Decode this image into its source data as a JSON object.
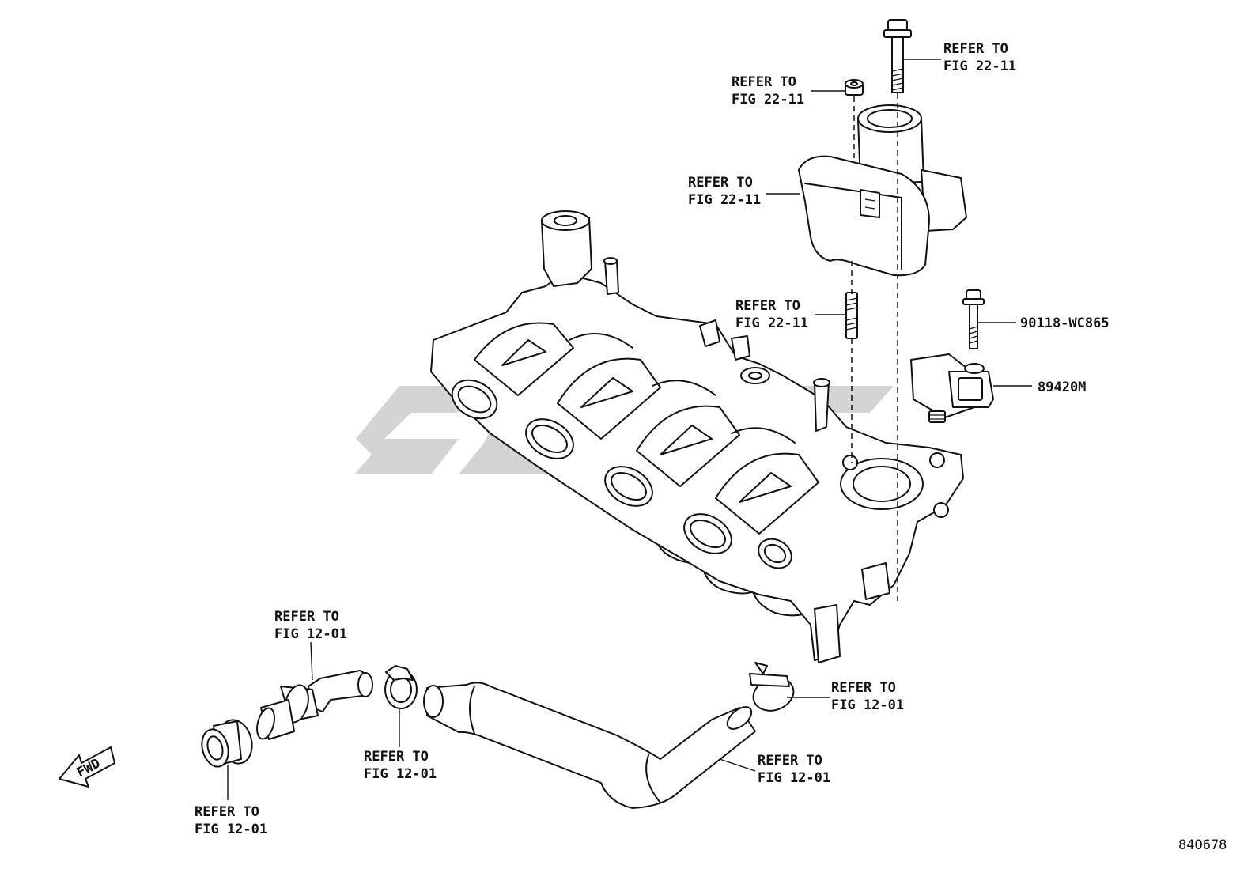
{
  "callouts": {
    "bolt_top": [
      "REFER TO",
      "FIG 22-11"
    ],
    "nut_top": [
      "REFER TO",
      "FIG 22-11"
    ],
    "throttle_body": [
      "REFER TO",
      "FIG 22-11"
    ],
    "stud": [
      "REFER TO",
      "FIG 22-11"
    ],
    "sensor_bolt": "90118-WC865",
    "map_sensor": "89420M",
    "pcv_valve": [
      "REFER TO",
      "FIG 12-01"
    ],
    "grommet": [
      "REFER TO",
      "FIG 12-01"
    ],
    "clamp_left": [
      "REFER TO",
      "FIG 12-01"
    ],
    "hose": [
      "REFER TO",
      "FIG 12-01"
    ],
    "clamp_right": [
      "REFER TO",
      "FIG 12-01"
    ]
  },
  "fwd_label": "FWD",
  "diagram_id": "84O678",
  "watermark_color": "#cfcfcf"
}
